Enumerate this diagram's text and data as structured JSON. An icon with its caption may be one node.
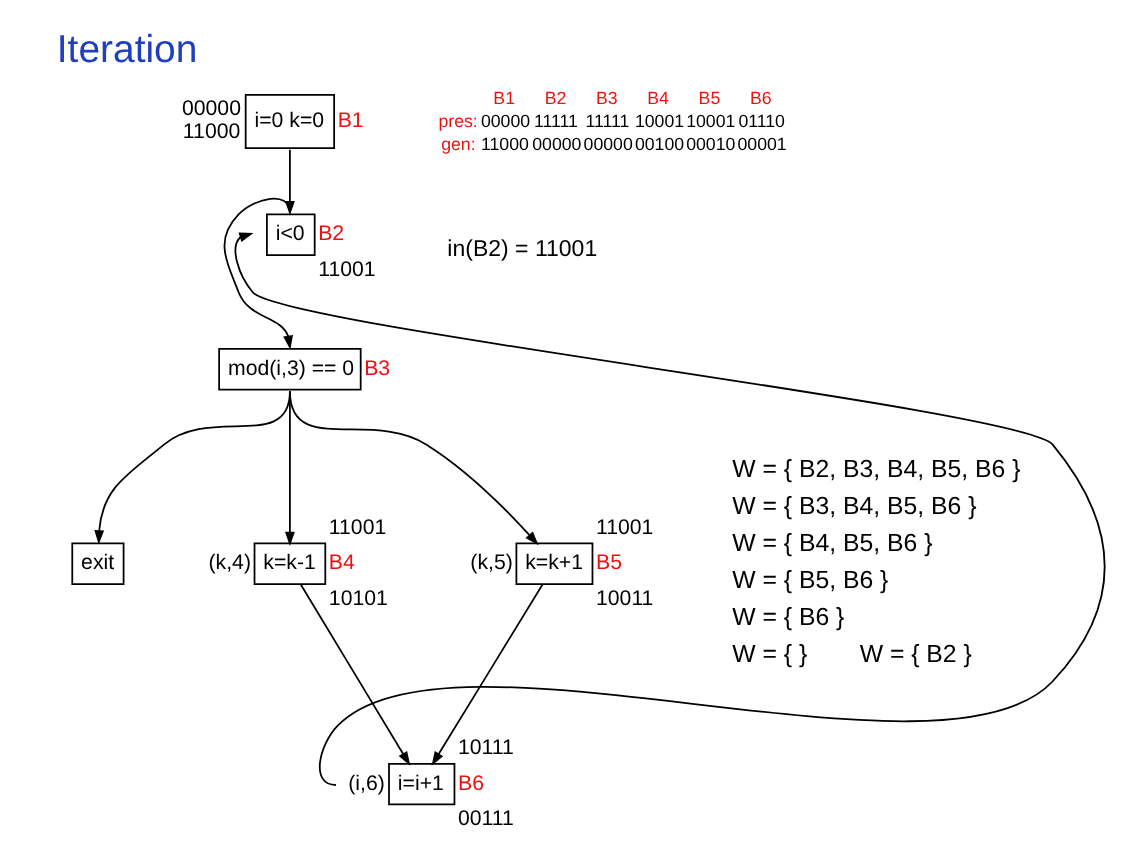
{
  "diagram": {
    "title": "Iteration",
    "nodes": [
      {
        "text": [
          "i=0 k=0"
        ],
        "beside": [
          "00000",
          "11000",
          "B1"
        ]
      },
      {
        "text": [
          "i<0"
        ],
        "beside": [
          "B2",
          "11001"
        ]
      },
      {
        "text": [
          "mod(i,3) == 0"
        ],
        "beside": [
          "B3"
        ]
      },
      {
        "text": [
          "exit"
        ]
      },
      {
        "text": [
          "k=k-1"
        ],
        "beside": [
          "11001",
          "(k,4)",
          "B4",
          "10101"
        ]
      },
      {
        "text": [
          "k=k+1"
        ],
        "beside": [
          "11001",
          "(k,5)",
          "B5",
          "10011"
        ]
      },
      {
        "text": [
          "i=i+1"
        ],
        "beside": [
          "10111",
          "B6",
          "(i,6)",
          "00111"
        ]
      }
    ],
    "edges": [
      {
        "from": 0,
        "to": 1,
        "arrow": "to"
      },
      {
        "from": 1,
        "to": 2,
        "arrow": "to"
      },
      {
        "from": 2,
        "to": 3,
        "arrow": "to"
      },
      {
        "from": 2,
        "to": 4,
        "arrow": "to"
      },
      {
        "from": 2,
        "to": 5,
        "arrow": "to"
      },
      {
        "from": 4,
        "to": 6,
        "arrow": "to"
      },
      {
        "from": 5,
        "to": 6,
        "arrow": "to"
      },
      {
        "from": 6,
        "to": 1,
        "arrow": "to"
      }
    ],
    "labels": [
      "B1",
      "B2",
      "B3",
      "B4",
      "B5",
      "B6",
      "pres:",
      "00000",
      "11111",
      "11111",
      "10001",
      "10001",
      "01110",
      "gen:",
      "11000",
      "00000",
      "00000",
      "00100",
      "00010",
      "00001",
      "in(B2) = 11001",
      "W = { B2, B3, B4, B5, B6 }",
      "W = { B3, B4, B5, B6 }",
      "W = { B4, B5, B6 }",
      "W = { B5, B6 }",
      "W = { B6 }",
      "W = { }",
      "W = { B2 }"
    ]
  }
}
